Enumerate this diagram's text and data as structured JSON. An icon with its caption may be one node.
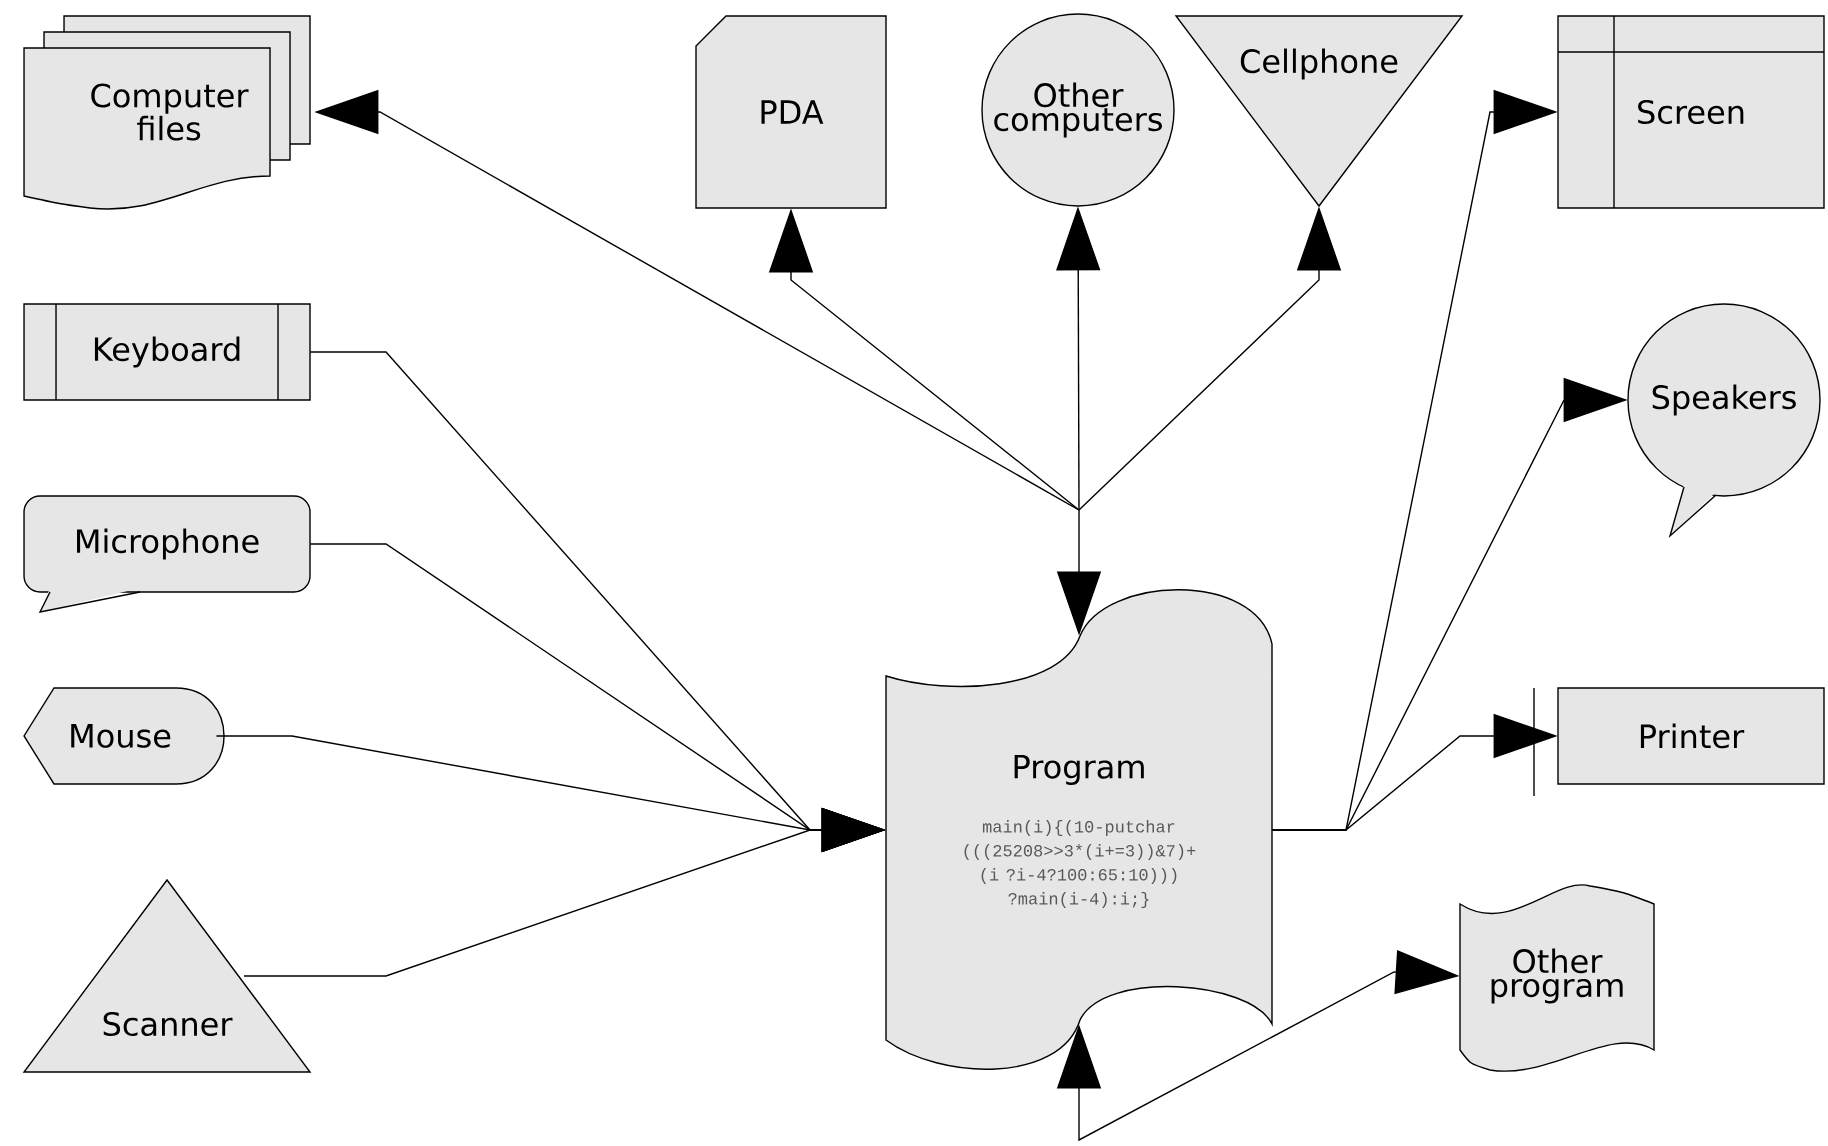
{
  "diagram": {
    "nodes": [
      {
        "text": [
          "Computer files"
        ]
      },
      {
        "text": [
          "PDA"
        ]
      },
      {
        "text": [
          "Other computers"
        ]
      },
      {
        "text": [
          "Cellphone"
        ]
      },
      {
        "text": [
          "Screen"
        ]
      },
      {
        "text": [
          "Keyboard"
        ]
      },
      {
        "text": [
          "Speakers"
        ]
      },
      {
        "text": [
          "Microphone"
        ]
      },
      {
        "text": [
          "Mouse"
        ]
      },
      {
        "text": [
          "Printer"
        ]
      },
      {
        "text": [
          "Program",
          "main(i){(10-putchar (((25208>>3*(i+=3))&7)+ (i ?i-4?100:65:10))) ?main(i-4):i;}"
        ]
      },
      {
        "text": [
          "Other program"
        ]
      },
      {
        "text": [
          "Scanner"
        ]
      }
    ],
    "edges": [
      {
        "from": 5,
        "to": 10,
        "arrow": "to"
      },
      {
        "from": 7,
        "to": 10,
        "arrow": "to"
      },
      {
        "from": 8,
        "to": 10,
        "arrow": "to"
      },
      {
        "from": 12,
        "to": 10,
        "arrow": "to"
      },
      {
        "from": 10,
        "to": 0,
        "arrow": "both"
      },
      {
        "from": 10,
        "to": 1,
        "arrow": "both"
      },
      {
        "from": 10,
        "to": 2,
        "arrow": "both"
      },
      {
        "from": 10,
        "to": 3,
        "arrow": "both"
      },
      {
        "from": 10,
        "to": 4,
        "arrow": "to"
      },
      {
        "from": 10,
        "to": 6,
        "arrow": "to"
      },
      {
        "from": 10,
        "to": 9,
        "arrow": "to"
      },
      {
        "from": 10,
        "to": 11,
        "arrow": "both"
      }
    ]
  }
}
